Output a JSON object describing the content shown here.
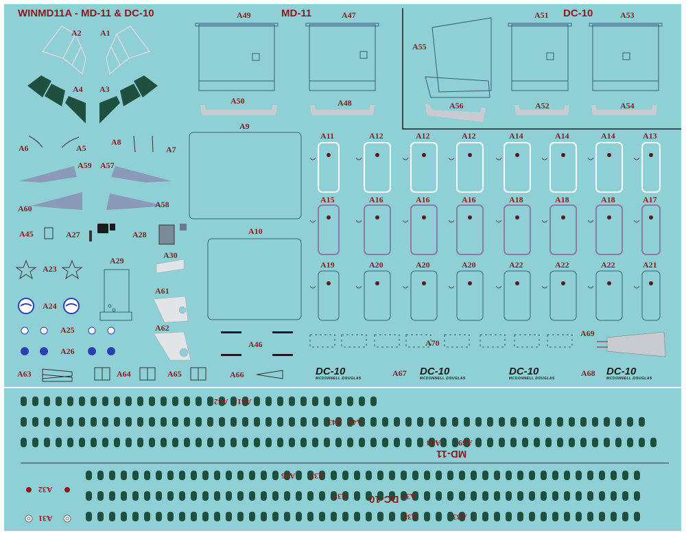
{
  "sheet": {
    "title": "WINMD11A - MD-11 & DC-10",
    "md11_header": "MD-11",
    "dc10_header": "DC-10",
    "md11_band_label": "MD-11",
    "dc10_band_label": "DC-10",
    "logo_text": "DC-10",
    "logo_subtext": "MCDONNELL DOUGLAS",
    "colors": {
      "background": "#8ed0d6",
      "label": "#8b1a1a",
      "window": "#1f4f3f",
      "outline": "#3a5a7a",
      "white": "#ffffff",
      "grey": "#c8ccd0",
      "purple": "#8a7aa8",
      "blue": "#2a3fb0"
    },
    "labels": {
      "A1": "A1",
      "A2": "A2",
      "A3": "A3",
      "A4": "A4",
      "A5": "A5",
      "A6": "A6",
      "A7": "A7",
      "A8": "A8",
      "A9": "A9",
      "A10": "A10",
      "A11": "A11",
      "A12": "A12",
      "A13": "A13",
      "A14": "A14",
      "A15": "A15",
      "A16": "A16",
      "A17": "A17",
      "A18": "A18",
      "A19": "A19",
      "A20": "A20",
      "A21": "A21",
      "A22": "A22",
      "A23": "A23",
      "A24": "A24",
      "A25": "A25",
      "A26": "A26",
      "A27": "A27",
      "A28": "A28",
      "A29": "A29",
      "A30": "A30",
      "A31": "A31",
      "A32": "A32",
      "A33": "A33",
      "A34": "A34",
      "A35": "A35",
      "A36": "A36",
      "A37": "A37",
      "A38": "A38",
      "A39": "A39",
      "A40": "A40",
      "A41": "A41",
      "A42": "A42",
      "A43": "A43",
      "A44": "A44",
      "A45": "A45",
      "A46": "A46",
      "A47": "A47",
      "A48": "A48",
      "A49": "A49",
      "A50": "A50",
      "A51": "A51",
      "A52": "A52",
      "A53": "A53",
      "A54": "A54",
      "A55": "A55",
      "A56": "A56",
      "A57": "A57",
      "A58": "A58",
      "A59": "A59",
      "A60": "A60",
      "A61": "A61",
      "A62": "A62",
      "A63": "A63",
      "A64": "A64",
      "A65": "A65",
      "A66": "A66",
      "A67": "A67",
      "A68": "A68",
      "A69": "A69",
      "A70": "A70"
    },
    "door_rows": [
      [
        "A11",
        "A12",
        "A12",
        "A12",
        "A14",
        "A14",
        "A14",
        "A13"
      ],
      [
        "A15",
        "A16",
        "A16",
        "A16",
        "A18",
        "A18",
        "A18",
        "A17"
      ],
      [
        "A19",
        "A20",
        "A20",
        "A20",
        "A22",
        "A22",
        "A22",
        "A21"
      ]
    ]
  }
}
